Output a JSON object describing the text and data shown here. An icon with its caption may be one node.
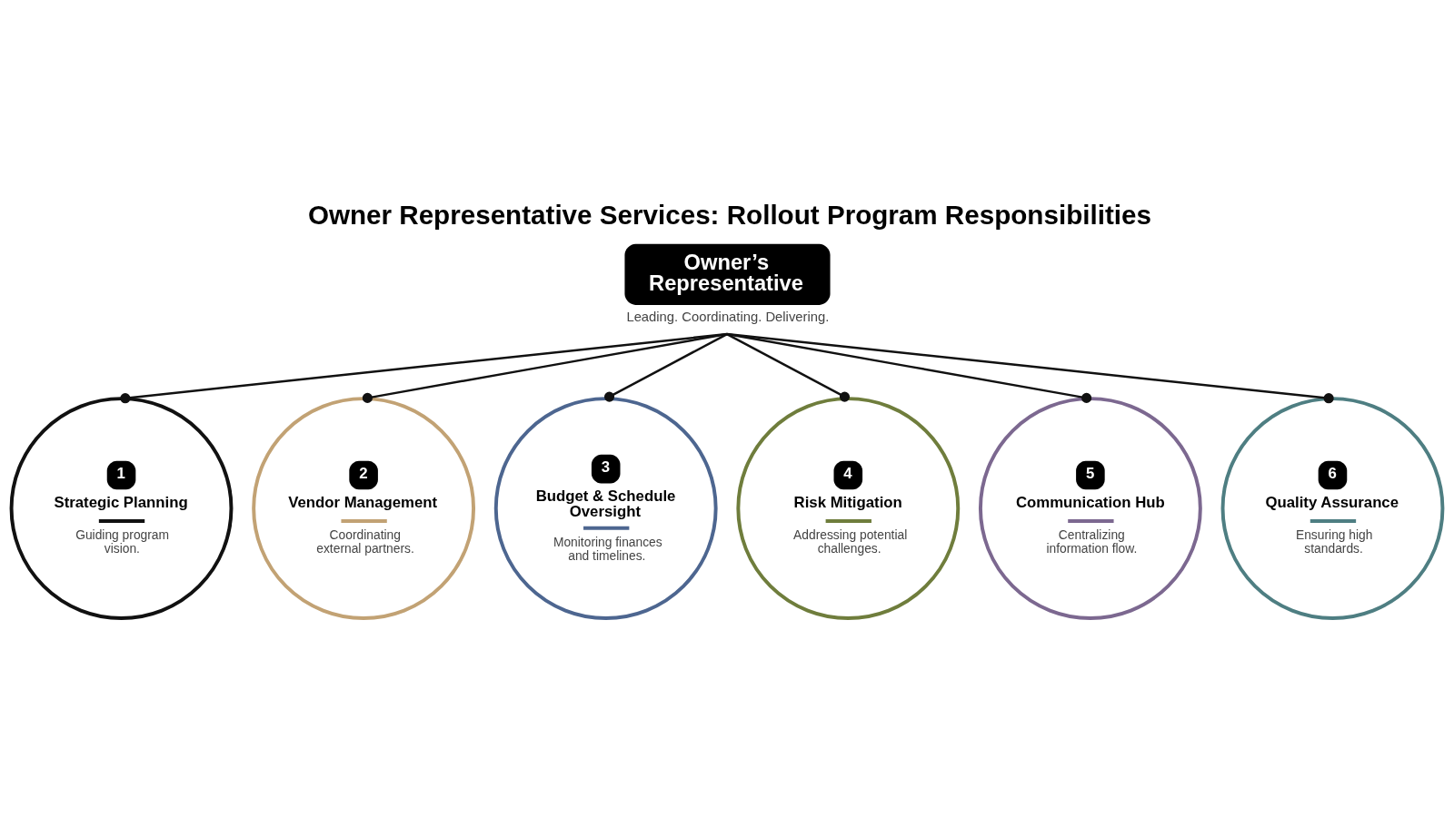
{
  "diagram": {
    "title": "Owner Representative Services: Rollout Program Responsibilities",
    "nodes": [
      {
        "text": [
          "Owner’s Representative"
        ],
        "beside": [
          "Leading. Coordinating. Delivering."
        ]
      },
      {
        "text": [
          "1",
          "Strategic Planning",
          "Guiding program vision."
        ]
      },
      {
        "text": [
          "2",
          "Vendor Management",
          "Coordinating external partners."
        ]
      },
      {
        "text": [
          "3",
          "Budget & Schedule Oversight",
          "Monitoring finances and timelines."
        ]
      },
      {
        "text": [
          "4",
          "Risk Mitigation",
          "Addressing potential challenges."
        ]
      },
      {
        "text": [
          "5",
          "Communication Hub",
          "Centralizing information flow."
        ]
      },
      {
        "text": [
          "6",
          "Quality Assurance",
          "Ensuring high standards."
        ]
      }
    ],
    "edges": [
      {
        "from": 0,
        "to": 1,
        "arrow": "other"
      },
      {
        "from": 0,
        "to": 2,
        "arrow": "other"
      },
      {
        "from": 0,
        "to": 3,
        "arrow": "other"
      },
      {
        "from": 0,
        "to": 4,
        "arrow": "other"
      },
      {
        "from": 0,
        "to": 5,
        "arrow": "other"
      },
      {
        "from": 0,
        "to": 6,
        "arrow": "other"
      }
    ]
  }
}
